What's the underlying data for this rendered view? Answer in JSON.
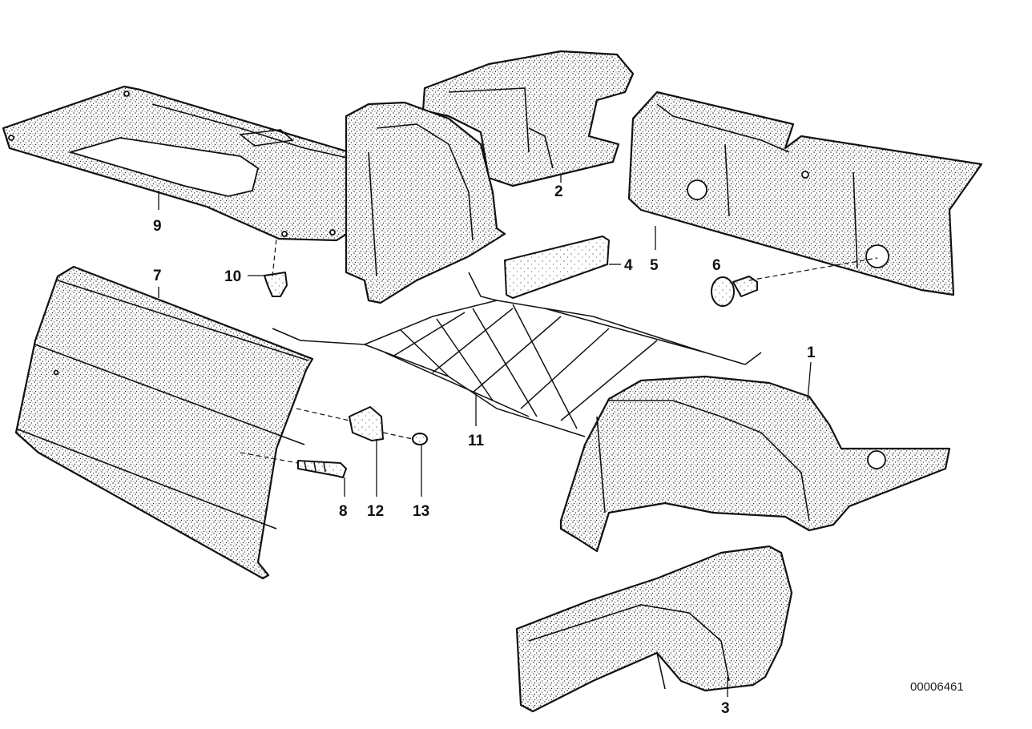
{
  "document_number": "00006461",
  "callouts": {
    "c1": "1",
    "c2": "2",
    "c3": "3",
    "c4": "4",
    "c5": "5",
    "c6": "6",
    "c7": "7",
    "c8": "8",
    "c9": "9",
    "c10": "10",
    "c11": "11",
    "c12": "12",
    "c13": "13"
  }
}
